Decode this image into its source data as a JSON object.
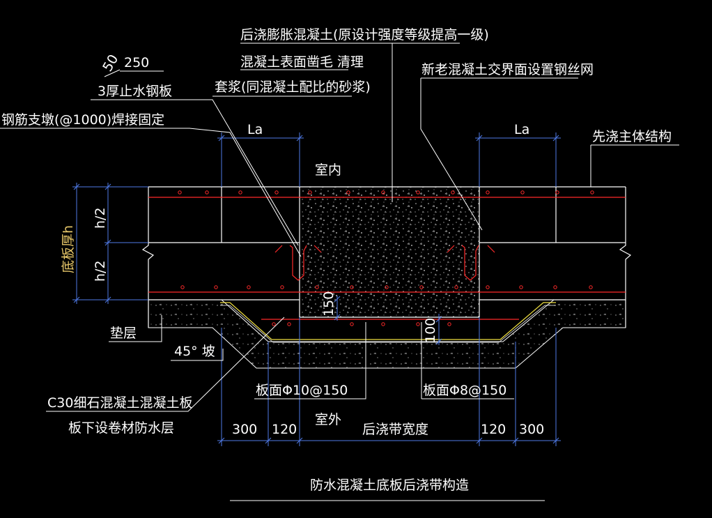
{
  "title": "防水混凝土底板后浇带构造",
  "labels": {
    "post_cast_concrete": "后浇膨胀混凝土(原设计强度等级提高一级)",
    "surface_roughen": "混凝土表面凿毛 清理",
    "grout": "套浆(同混凝土配比的砂浆)",
    "new_old_interface": "新老混凝土交界面设置钢丝网",
    "first_cast": "先浇主体结构",
    "water_stop": "3厚止水钢板",
    "rebar_support": "钢筋支墩(@1000)焊接固定",
    "indoor": "室内",
    "outdoor": "室外",
    "cushion": "垫层",
    "slope": "45° 坡",
    "c30_slab": "C30细石混凝土混凝土板",
    "waterproof_layer": "板下设卷材防水层",
    "rebar_left": "板面Φ10@150",
    "rebar_right": "板面Φ8@150",
    "slab_thickness": "底板厚h",
    "half_top": "h/2",
    "half_bottom": "h/2",
    "la_left": "La",
    "la_right": "La",
    "dim_50": "50",
    "dim_250": "250",
    "dim_150": "150",
    "dim_100": "100",
    "dim_300_left": "300",
    "dim_120_left": "120",
    "band_width": "后浇带宽度",
    "dim_120_right": "120",
    "dim_300_right": "300"
  },
  "colors": {
    "background": "#000000",
    "outline": "#ffffff",
    "rebar_line": "#ff2a2a",
    "dimension": "#4f7ae6",
    "waterproof": "#f0e040",
    "leader": "#ffffff",
    "slab_dim_text": "#e8c86a"
  }
}
